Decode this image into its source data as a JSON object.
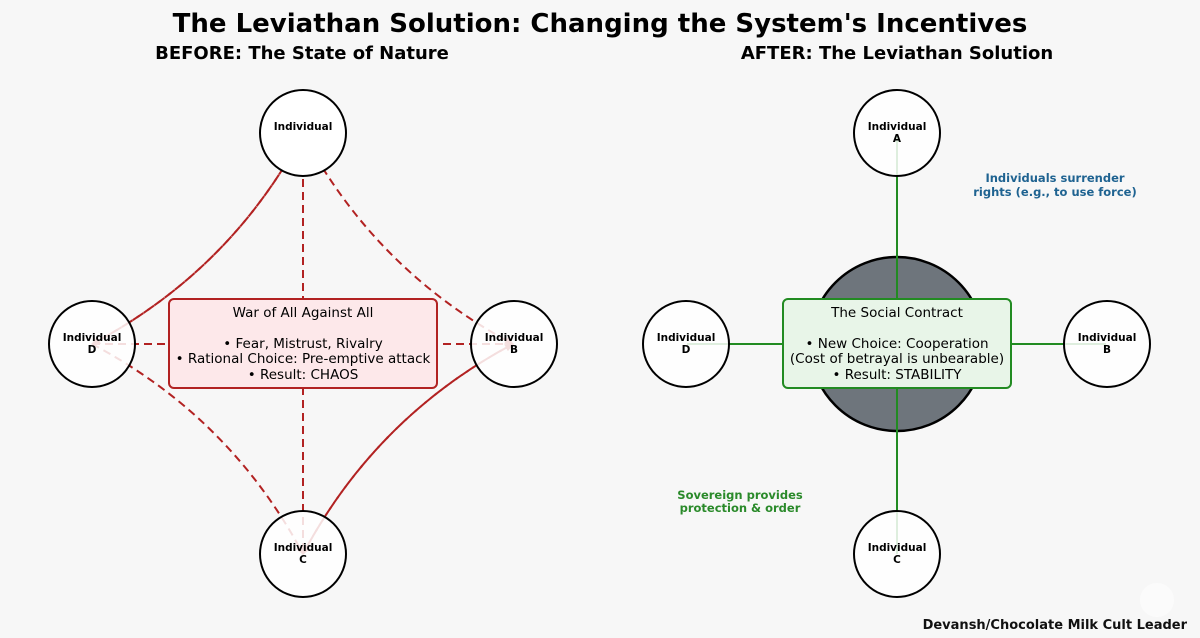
{
  "title": "The Leviathan Solution: Changing the System's Incentives",
  "before": {
    "heading": "BEFORE: The State of Nature",
    "nodes": [
      {
        "label": "Individual",
        "letter": ""
      },
      {
        "label": "Individual",
        "letter": "B"
      },
      {
        "label": "Individual",
        "letter": "C"
      },
      {
        "label": "Individual",
        "letter": "D"
      }
    ],
    "box": {
      "title": "War of All Against All",
      "lines": [
        "• Fear, Mistrust, Rivalry",
        "• Rational Choice: Pre-emptive attack",
        "• Result: CHAOS"
      ]
    },
    "colors": {
      "edge": "#b22222",
      "box_fill": "#fde8ea",
      "box_border": "#b22222"
    }
  },
  "after": {
    "heading": "AFTER: The Leviathan Solution",
    "nodes": [
      {
        "label": "Individual",
        "letter": "A"
      },
      {
        "label": "Individual",
        "letter": "B"
      },
      {
        "label": "Individual",
        "letter": "C"
      },
      {
        "label": "Individual",
        "letter": "D"
      }
    ],
    "box": {
      "title": "The Social Contract",
      "lines": [
        "• New Choice: Cooperation",
        "(Cost of betrayal is unbearable)",
        "• Result: STABILITY"
      ]
    },
    "note_top": [
      "Individuals surrender",
      "rights (e.g., to use force)"
    ],
    "note_bottom": [
      "Sovereign provides",
      "protection & order"
    ],
    "colors": {
      "edge": "#228b22",
      "sovereign": "#6e757c",
      "box_fill": "#e8f5e8",
      "box_border": "#228b22",
      "note_top": "#1f6391",
      "note_bottom": "#2a8a2a"
    }
  },
  "credit": "Devansh/Chocolate Milk Cult Leader"
}
